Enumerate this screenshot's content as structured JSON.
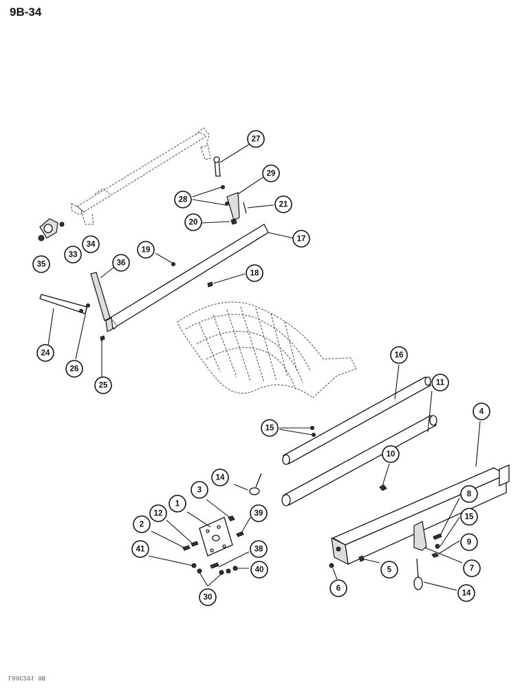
{
  "page": {
    "number": "9B-34",
    "footer_code": "L69C291 9B"
  },
  "callouts": [
    {
      "id": "c27",
      "label": "27"
    },
    {
      "id": "c29",
      "label": "29"
    },
    {
      "id": "c28",
      "label": "28"
    },
    {
      "id": "c21",
      "label": "21"
    },
    {
      "id": "c20",
      "label": "20"
    },
    {
      "id": "c17",
      "label": "17"
    },
    {
      "id": "c35",
      "label": "35"
    },
    {
      "id": "c33",
      "label": "33"
    },
    {
      "id": "c34",
      "label": "34"
    },
    {
      "id": "c19",
      "label": "19"
    },
    {
      "id": "c36",
      "label": "36"
    },
    {
      "id": "c18",
      "label": "18"
    },
    {
      "id": "c24",
      "label": "24"
    },
    {
      "id": "c26",
      "label": "26"
    },
    {
      "id": "c25",
      "label": "25"
    },
    {
      "id": "c16",
      "label": "16"
    },
    {
      "id": "c11",
      "label": "11"
    },
    {
      "id": "c15a",
      "label": "15"
    },
    {
      "id": "c4",
      "label": "4"
    },
    {
      "id": "c10",
      "label": "10"
    },
    {
      "id": "c14a",
      "label": "14"
    },
    {
      "id": "c1",
      "label": "1"
    },
    {
      "id": "c3",
      "label": "3"
    },
    {
      "id": "c12",
      "label": "12"
    },
    {
      "id": "c2",
      "label": "2"
    },
    {
      "id": "c39",
      "label": "39"
    },
    {
      "id": "c8",
      "label": "8"
    },
    {
      "id": "c15b",
      "label": "15"
    },
    {
      "id": "c9",
      "label": "9"
    },
    {
      "id": "c41",
      "label": "41"
    },
    {
      "id": "c38",
      "label": "38"
    },
    {
      "id": "c40",
      "label": "40"
    },
    {
      "id": "c30",
      "label": "30"
    },
    {
      "id": "c6",
      "label": "6"
    },
    {
      "id": "c5",
      "label": "5"
    },
    {
      "id": "c7",
      "label": "7"
    },
    {
      "id": "c14b",
      "label": "14"
    }
  ]
}
